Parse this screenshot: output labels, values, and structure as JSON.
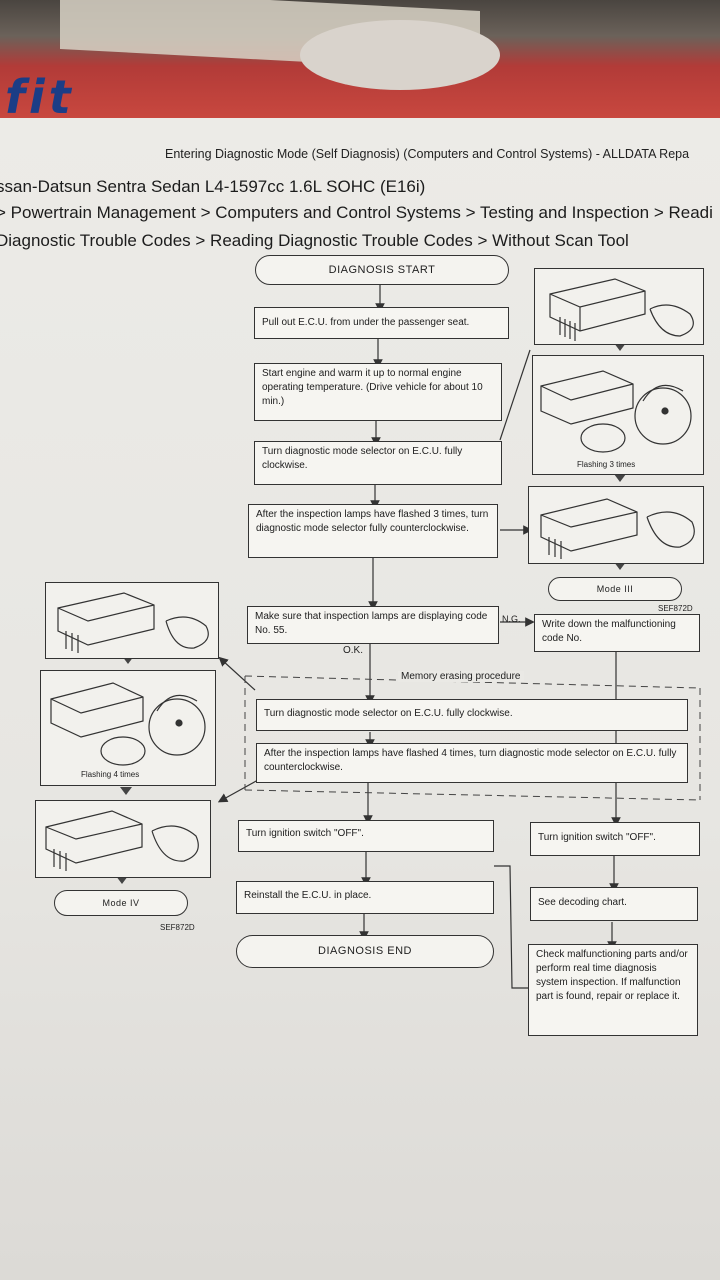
{
  "header": {
    "doc_title": "Entering Diagnostic Mode (Self Diagnosis) (Computers and Control Systems) - ALLDATA Repa",
    "breadcrumb_1": "ssan-Datsun Sentra Sedan L4-1597cc 1.6L SOHC (E16i)",
    "breadcrumb_2": "> Powertrain Management > Computers and Control Systems > Testing and Inspection > Readi",
    "breadcrumb_3": "Diagnostic Trouble Codes > Reading Diagnostic Trouble Codes > Without Scan Tool"
  },
  "flow": {
    "start": "DIAGNOSIS START",
    "step1": "Pull out E.C.U. from under the passenger seat.",
    "step2": "Start engine and warm it up to normal engine operating temperature. (Drive vehicle for about 10 min.)",
    "step3": "Turn diagnostic mode selector on E.C.U. fully clockwise.",
    "step4": "After the inspection lamps have flashed 3 times, turn diagnostic mode selector fully counterclockwise.",
    "step5": "Make sure that inspection lamps are displaying code No. 55.",
    "ng": "N.G.",
    "ok": "O.K.",
    "ng_step": "Write down the malfunctioning code No.",
    "memory_label": "Memory erasing procedure",
    "erase1": "Turn diagnostic mode selector on E.C.U. fully clockwise.",
    "erase2": "After the inspection lamps have flashed 4 times, turn diagnostic mode selector on E.C.U. fully counterclockwise.",
    "step6": "Turn ignition switch \"OFF\".",
    "step7": "Reinstall the E.C.U. in place.",
    "end": "DIAGNOSIS END",
    "right1": "Turn ignition switch \"OFF\".",
    "right2": "See decoding chart.",
    "right3": "Check malfunctioning parts and/or perform real time diagnosis system inspection. If malfunction part is found, repair or replace it."
  },
  "figures": {
    "flashing_3": "Flashing 3 times",
    "mode_3": "Mode III",
    "ref_1": "SEF872D",
    "flashing_4": "Flashing 4 times",
    "mode_4": "Mode IV",
    "ref_2": "SEF872D"
  }
}
